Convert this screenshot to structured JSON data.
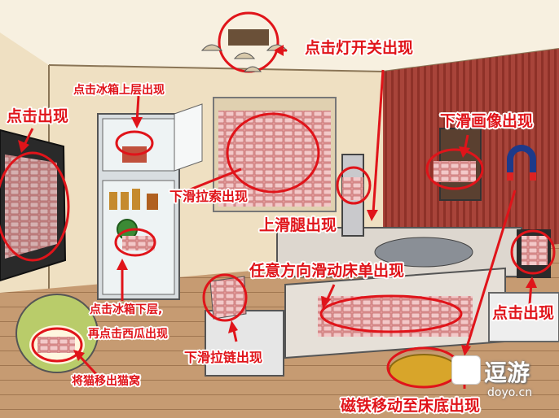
{
  "hints": {
    "lamp_switch": "点击灯开关出现",
    "fridge_upper": "点击冰箱上层出现",
    "tap_left": "点击出现",
    "painting_swipe": "下滑画像出现",
    "blind_cord": "下滑拉索出现",
    "leg_swipe": "上滑腿出现",
    "bedsheet_swipe": "任意方向滑动床单出现",
    "fridge_lower": "点击冰箱下层,",
    "watermelon": "再点击西瓜出现",
    "zipper_swipe": "下滑拉链出现",
    "tap_right": "点击出现",
    "cat_move": "将猫移出猫窝",
    "magnet_bed": "磁铁移动至床底出现"
  },
  "watermark": {
    "site_name": "逗游",
    "site_url": "doyo.cn"
  },
  "colors": {
    "hint_red": "#e0141a",
    "wall": "#f1e4c6",
    "floor": "#c79a73",
    "accent_wall": "#9a3a30"
  }
}
